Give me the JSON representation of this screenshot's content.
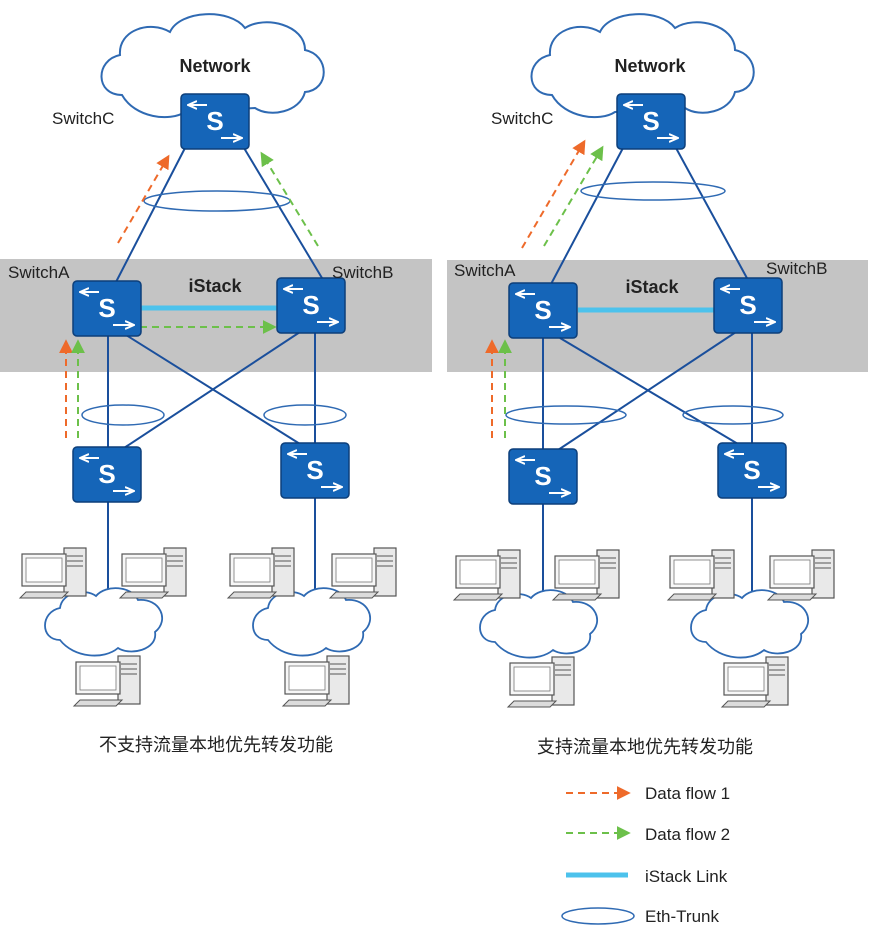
{
  "left": {
    "network": "Network",
    "switch_c": "SwitchC",
    "switch_a": "SwitchA",
    "switch_b": "SwitchB",
    "istack": "iStack",
    "caption": "不支持流量本地优先转发功能"
  },
  "right": {
    "network": "Network",
    "switch_c": "SwitchC",
    "switch_a": "SwitchA",
    "switch_b": "SwitchB",
    "istack": "iStack",
    "caption": "支持流量本地优先转发功能"
  },
  "switch_glyph": "S",
  "legend": {
    "flow1": "Data flow 1",
    "flow2": "Data flow 2",
    "istack_link": "iStack Link",
    "eth_trunk": "Eth-Trunk"
  },
  "colors": {
    "switch_fill": "#1565b8",
    "switch_stroke": "#0d3f7a",
    "link": "#1a4f9c",
    "istack_link": "#4cc2ec",
    "flow1": "#ee6a2a",
    "flow2": "#6cc04a",
    "band": "#c4c4c4",
    "cloud_stroke": "#2f6ab3"
  },
  "icons": [
    "cloud-icon",
    "switch-icon",
    "computer-icon"
  ]
}
